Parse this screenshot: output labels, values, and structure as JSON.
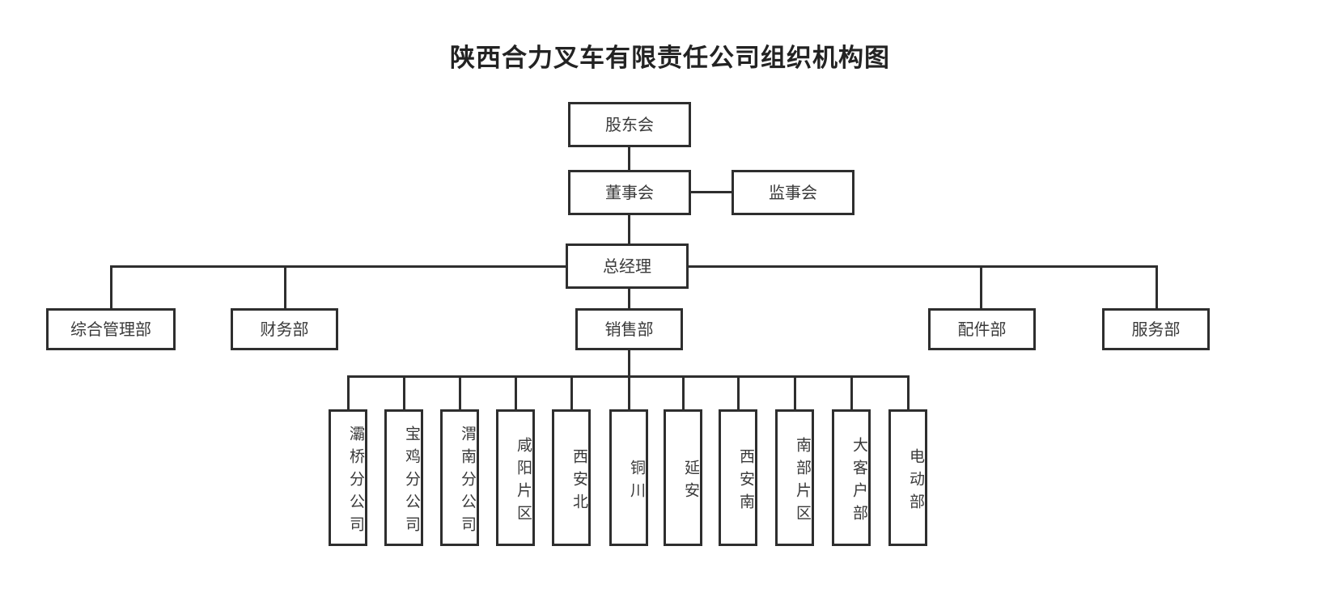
{
  "title": "陕西合力叉车有限责任公司组织机构图",
  "nodes": {
    "shareholders": "股东会",
    "board": "董事会",
    "supervisors": "监事会",
    "general_manager": "总经理"
  },
  "departments": [
    {
      "label": "综合管理部"
    },
    {
      "label": "财务部"
    },
    {
      "label": "销售部"
    },
    {
      "label": "配件部"
    },
    {
      "label": "服务部"
    }
  ],
  "sales_branches": [
    {
      "label": "灞桥分公司"
    },
    {
      "label": "宝鸡分公司"
    },
    {
      "label": "渭南分公司"
    },
    {
      "label": "咸阳片区"
    },
    {
      "label": "西安北"
    },
    {
      "label": "铜川"
    },
    {
      "label": "延安"
    },
    {
      "label": "西安南"
    },
    {
      "label": "南部片区"
    },
    {
      "label": "大客户部"
    },
    {
      "label": "电动部"
    }
  ],
  "colors": {
    "border": "#2e2e2e",
    "text": "#3a3a3a",
    "title": "#232323",
    "background": "#ffffff"
  }
}
